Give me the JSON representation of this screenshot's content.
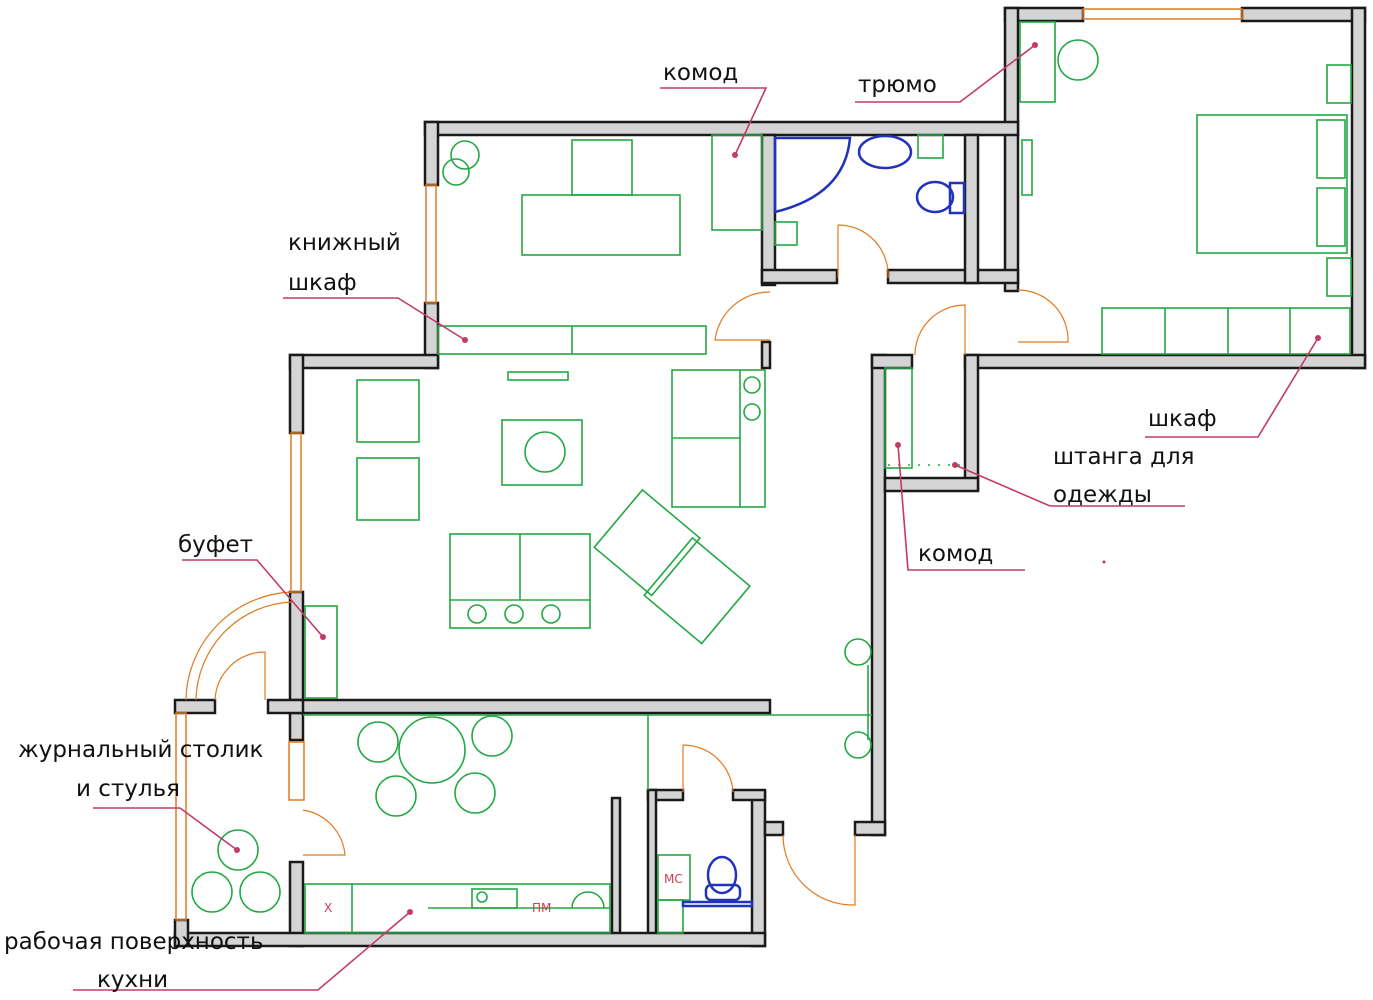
{
  "labels": {
    "komod_top": "комод",
    "trumo": "трюмо",
    "bookcase_1": "книжный",
    "bookcase_2": "шкаф",
    "wardrobe": "шкаф",
    "rod_1": "штанга для",
    "rod_2": "одежды",
    "komod_hall": "комод",
    "bufet": "буфет",
    "table_1": "журнальный столик",
    "table_2": "и стулья",
    "counter_1": "рабочая поверхность",
    "counter_2": "кухни"
  },
  "marks": {
    "mc": "МС",
    "pm": "ПМ",
    "x": "Х"
  },
  "colors": {
    "wall": "#d4d4d4",
    "furniture": "#22a844",
    "door": "#e07a20",
    "leader": "#c23a6a",
    "plumbing": "#2233bb"
  }
}
